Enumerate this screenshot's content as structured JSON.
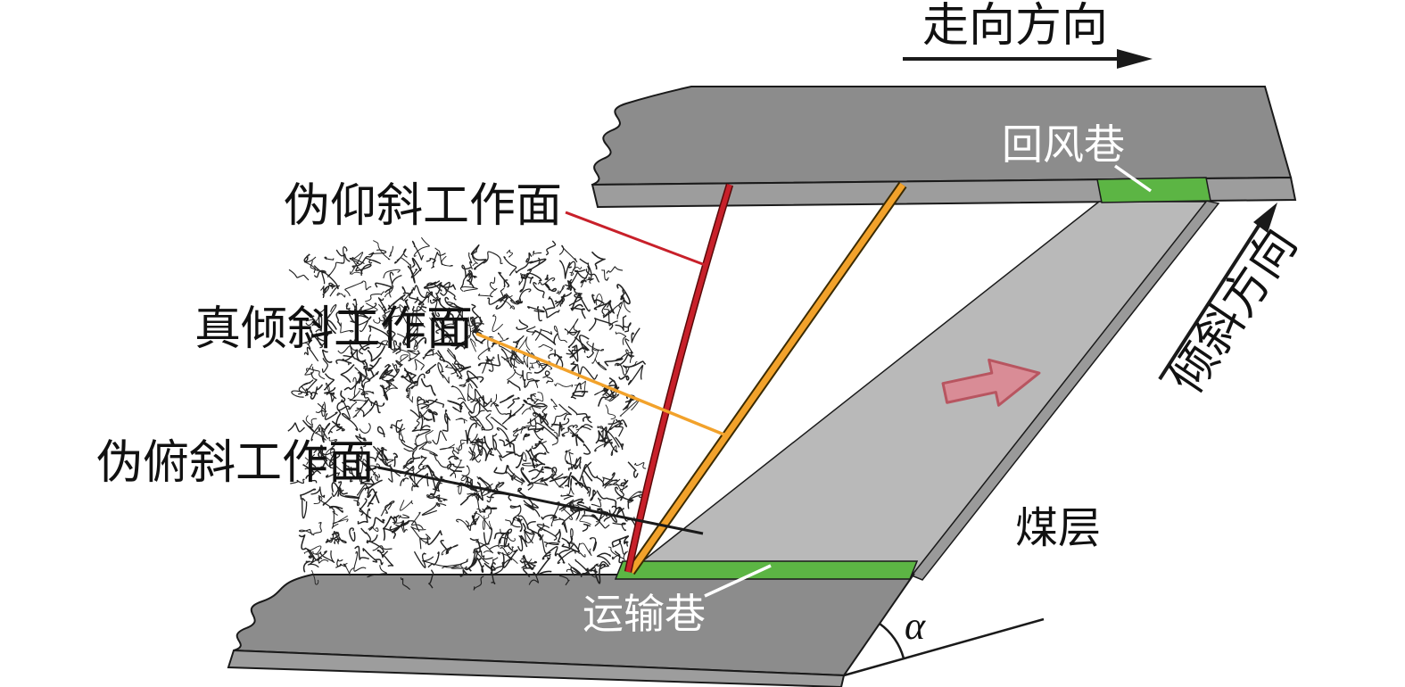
{
  "figure": {
    "strike_arrow_label": "走向方向",
    "dip_arrow_label": "倾斜方向",
    "faces": {
      "pseudo_rise": "伪仰斜工作面",
      "true_dip": "真倾斜工作面",
      "pseudo_decline": "伪俯斜工作面"
    },
    "roadways": {
      "return_airway": "回风巷",
      "transport": "运输巷"
    },
    "coal_seam": "煤层",
    "dip_angle_symbol": "α"
  },
  "colors": {
    "rock_gray": "#8c8c8c",
    "rock_edge_gray": "#9d9d9d",
    "seam_gray": "#b9b9b9",
    "seam_edge_gray": "#9a9a9a",
    "roadway_green": "#5cb544",
    "pseudo_rise_red": "#c8202a",
    "true_dip_orange": "#f2a22b",
    "advance_arrow_pink": "#d98c96",
    "advance_arrow_pink_edge": "#b85560"
  }
}
